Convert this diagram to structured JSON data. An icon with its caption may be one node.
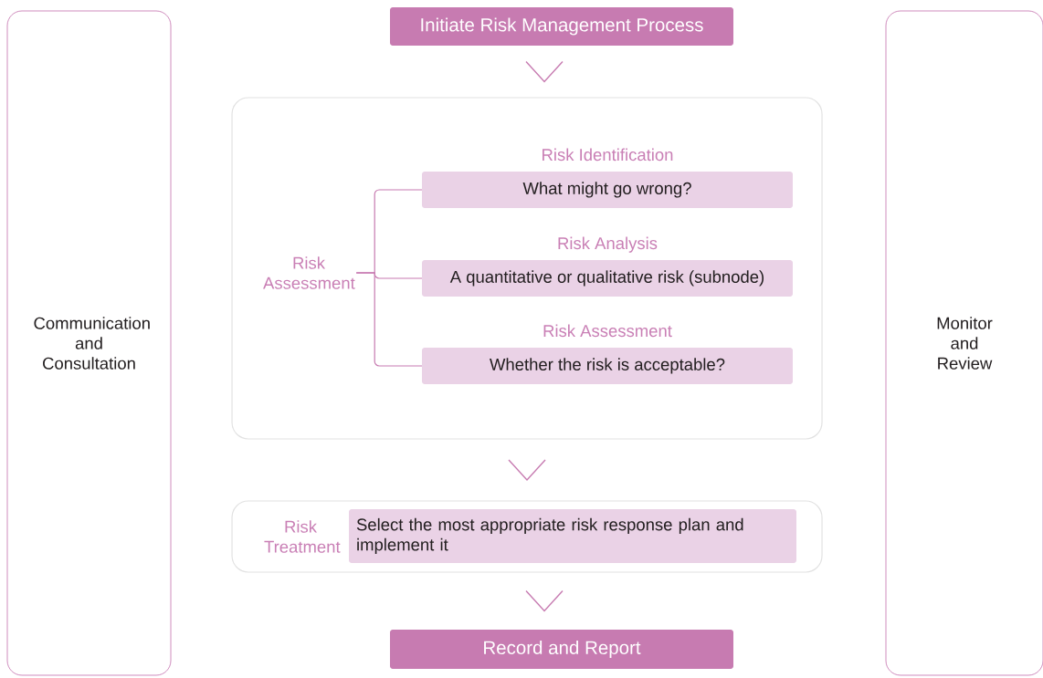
{
  "diagram": {
    "nodes": [
      {
        "text": [
          "Communication and Consultation"
        ]
      },
      {
        "text": [
          "Initiate Risk Management Process"
        ]
      },
      {
        "text": [],
        "shape": "box"
      },
      {
        "text": [
          "Risk Assessment"
        ],
        "in": 2
      },
      {
        "text": [
          "Risk Identification",
          "What might go wrong?"
        ],
        "in": 2
      },
      {
        "text": [
          "Risk Analysis",
          "A quantitative or qualitative risk (subnode)"
        ],
        "in": 2
      },
      {
        "text": [
          "Risk Assessment",
          "Whether the risk is acceptable?"
        ],
        "in": 2
      },
      {
        "text": [
          "Risk Treatment"
        ]
      },
      {
        "text": [
          "Select the most appropriate risk response plan and implement it"
        ],
        "in": 7
      },
      {
        "text": [
          "Record and Report"
        ]
      },
      {
        "text": [
          "Monitor and Review"
        ]
      }
    ],
    "edges": [
      {
        "from": 1,
        "to": 2,
        "arrow": "to"
      },
      {
        "from": 3,
        "to": 4,
        "arrow": "none"
      },
      {
        "from": 3,
        "to": 5,
        "arrow": "none"
      },
      {
        "from": 3,
        "to": 6,
        "arrow": "none"
      },
      {
        "from": 2,
        "to": 7,
        "arrow": "to"
      },
      {
        "from": 7,
        "to": 9,
        "arrow": "to"
      }
    ]
  }
}
